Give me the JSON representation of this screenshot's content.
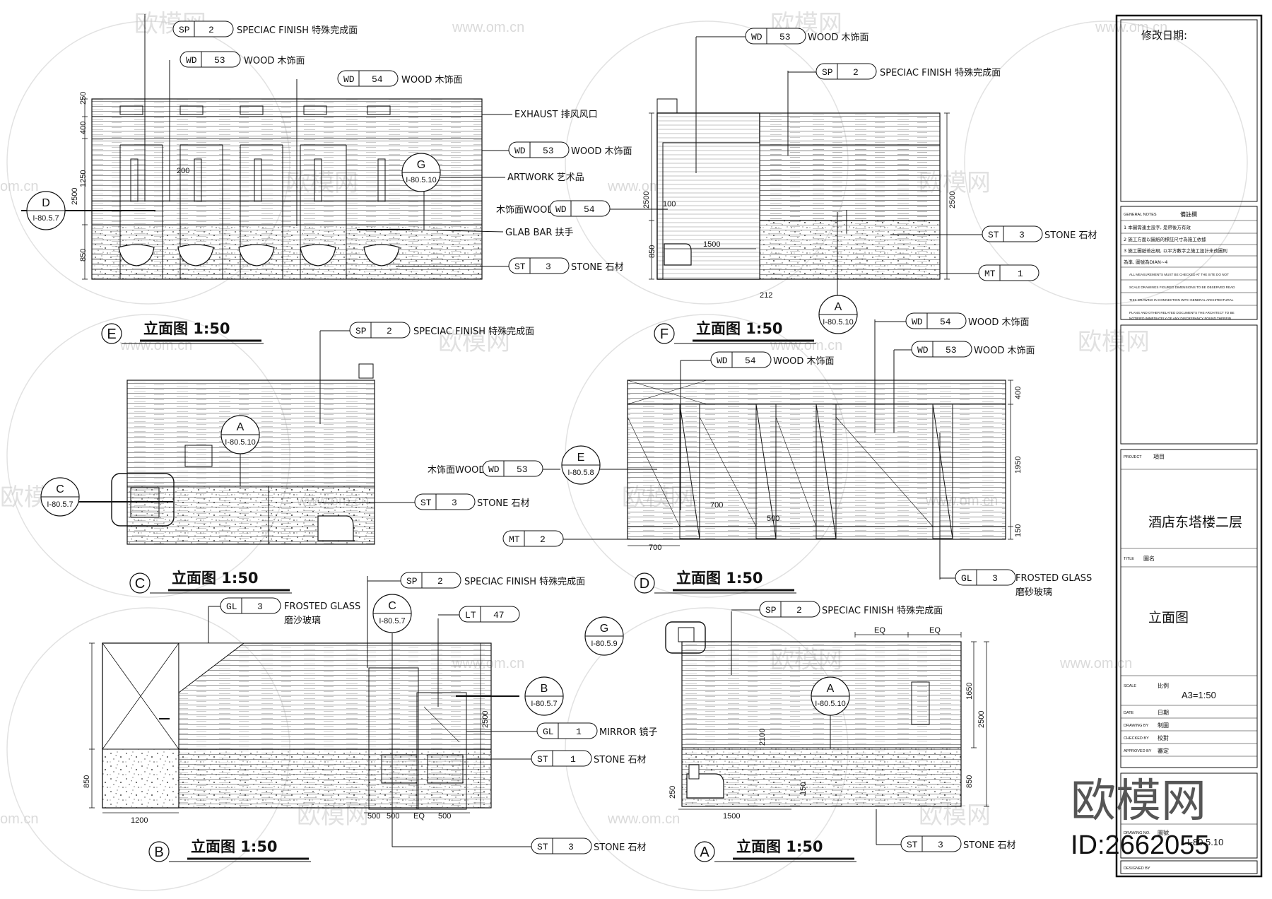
{
  "colors": {
    "line": "#111111",
    "watermark": "#c8c8c8",
    "stone_dots": "#444444",
    "bg": "#ffffff"
  },
  "watermark": {
    "logo_text": "欧模网",
    "url_text": "www.om.cn",
    "url_short": "om.cn",
    "id_text": "ID:2662055"
  },
  "title_block": {
    "revision_label": "修改日期:",
    "general_notes_label": "GENERAL NOTES",
    "notes_cn_label": "備註欄",
    "notes": [
      "1  本圖需連主設字, 是帶後方有效",
      "2  施工方面以圖紙的標註尺寸為施工依據",
      "3  施工圖紙若出現, 以平方數字之施工設計未改圖則",
      "為準, 圖號為DIAN~4"
    ],
    "notes_en": [
      "ALL MEASUREMENTS MUST BE CHECKED AT THE SITE DO NOT",
      "SCALE DRAWINGS FIGURED DIMENSIONS TO BE OBSERVED READ",
      "THIS DRAWING IN CONNECTION WITH GENERAL ARCHITECTURAL",
      "PLANS AND OTHER RELATED DOCUMENTS THE ARCHITECT TO BE",
      "NOTIFIED IMMEDIATELY OF ANY DISCREPANCY FOUND THEREIN"
    ],
    "project_label": "PROJECT",
    "project_label_cn": "項目",
    "project_name": "酒店东塔楼二层",
    "title_label": "TITLE",
    "title_label_cn": "圖名",
    "drawing_title": "立面图",
    "scale_label": "SCALE",
    "scale_label_cn": "比例",
    "scale_value": "A3=1:50",
    "date_label": "DATE",
    "date_label_cn": "日期",
    "drawing_by_label": "DRAWING BY",
    "drawing_by_cn": "制圖",
    "checked_by_label": "CHECKED BY",
    "checked_by_cn": "校對",
    "approved_by_label": "APPROVED BY",
    "approved_by_cn": "審定",
    "drawing_no_label": "DRAWING NO.",
    "drawing_no_cn": "圖號",
    "drawing_no": "I-80.5.10",
    "designed_by_label": "DESIGNED BY"
  },
  "elevations": {
    "E": {
      "letter": "E",
      "title": "立面图 1:50"
    },
    "F": {
      "letter": "F",
      "title": "立面图 1:50"
    },
    "C": {
      "letter": "C",
      "title": "立面图 1:50"
    },
    "D": {
      "letter": "D",
      "title": "立面图 1:50"
    },
    "B": {
      "letter": "B",
      "title": "立面图 1:50"
    },
    "A": {
      "letter": "A",
      "title": "立面图 1:50"
    }
  },
  "tags": {
    "sp2_e": {
      "code": "SP",
      "num": "2",
      "text": "SPECIAC FINISH 特殊完成面"
    },
    "wd53_e": {
      "code": "WD",
      "num": "53",
      "text": "WOOD 木饰面"
    },
    "wd54_e": {
      "code": "WD",
      "num": "54",
      "text": "WOOD 木饰面"
    },
    "wd53_e2": {
      "code": "WD",
      "num": "53",
      "text": "WOOD 木饰面"
    },
    "st3_e": {
      "code": "ST",
      "num": "3",
      "text": "STONE 石材"
    },
    "wd53_f": {
      "code": "WD",
      "num": "53",
      "text": "WOOD 木饰面"
    },
    "sp2_f": {
      "code": "SP",
      "num": "2",
      "text": "SPECIAC FINISH 特殊完成面"
    },
    "wd54_f": {
      "code": "WD",
      "num": "54",
      "pre": "木饰面WOOD"
    },
    "st3_f": {
      "code": "ST",
      "num": "3",
      "text": "STONE 石材"
    },
    "mt1_f": {
      "code": "MT",
      "num": "1"
    },
    "sp2_c": {
      "code": "SP",
      "num": "2",
      "text": "SPECIAC FINISH 特殊完成面"
    },
    "wd53_c": {
      "code": "WD",
      "num": "53",
      "pre": "木饰面WOOD"
    },
    "st3_c": {
      "code": "ST",
      "num": "3",
      "text": "STONE 石材"
    },
    "mt2_c": {
      "code": "MT",
      "num": "2"
    },
    "wd54_d": {
      "code": "WD",
      "num": "54",
      "text": "WOOD 木饰面"
    },
    "wd54_d2": {
      "code": "WD",
      "num": "54",
      "text": "WOOD 木饰面"
    },
    "wd53_d": {
      "code": "WD",
      "num": "53",
      "text": "WOOD 木饰面"
    },
    "gl3_d": {
      "code": "GL",
      "num": "3",
      "text": "FROSTED GLASS",
      "text2": "磨砂玻璃"
    },
    "gl3_b": {
      "code": "GL",
      "num": "3",
      "text": "FROSTED GLASS",
      "text2": "磨沙玻璃"
    },
    "sp2_b": {
      "code": "SP",
      "num": "2",
      "text": "SPECIAC FINISH 特殊完成面"
    },
    "lt47_b": {
      "code": "LT",
      "num": "47"
    },
    "gl1_b": {
      "code": "GL",
      "num": "1",
      "text": "MIRROR 镜子"
    },
    "st1_b": {
      "code": "ST",
      "num": "1",
      "text": "STONE 石材"
    },
    "st3_b": {
      "code": "ST",
      "num": "3",
      "text": "STONE 石材"
    },
    "sp2_a": {
      "code": "SP",
      "num": "2",
      "text": "SPECIAC FINISH 特殊完成面"
    },
    "st3_a": {
      "code": "ST",
      "num": "3",
      "text": "STONE 石材"
    }
  },
  "labels": {
    "exhaust": "EXHAUST 排风风口",
    "artwork": "ARTWORK 艺术品",
    "grab_bar": "GLAB BAR 扶手"
  },
  "refs": {
    "D_e": {
      "top": "D",
      "bottom": "I-80.5.7"
    },
    "G_e": {
      "top": "G",
      "bottom": "I-80.5.10"
    },
    "A_f": {
      "top": "A",
      "bottom": "I-80.5.10"
    },
    "A_c": {
      "top": "A",
      "bottom": "I-80.5.10"
    },
    "C_c": {
      "top": "C",
      "bottom": "I-80.5.7"
    },
    "E_d": {
      "top": "E",
      "bottom": "I-80.5.8"
    },
    "C_b": {
      "top": "C",
      "bottom": "I-80.5.7"
    },
    "B_b": {
      "top": "B",
      "bottom": "I-80.5.7"
    },
    "G_a": {
      "top": "G",
      "bottom": "I-80.5.9"
    },
    "A_a": {
      "top": "A",
      "bottom": "I-80.5.10"
    }
  },
  "dims": {
    "e": [
      "250",
      "400",
      "1250",
      "850",
      "2500",
      "200"
    ],
    "f": [
      "2500",
      "850",
      "100",
      "1500",
      "212",
      "2500"
    ],
    "d": [
      "400",
      "1950",
      "150",
      "700",
      "700",
      "500"
    ],
    "b": [
      "2500",
      "850",
      "1200",
      "500",
      "500",
      "EQ",
      "500"
    ],
    "a": [
      "EQ",
      "EQ",
      "1650",
      "2500",
      "850",
      "2100",
      "250",
      "150",
      "1500"
    ]
  }
}
